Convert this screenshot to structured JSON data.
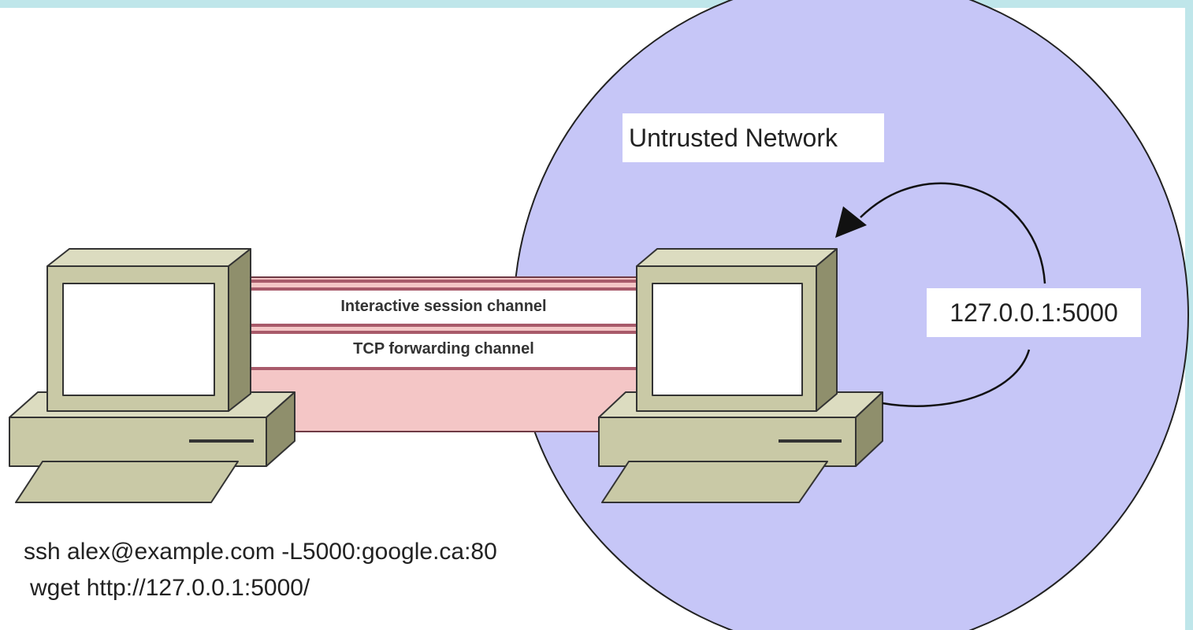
{
  "diagram": {
    "network_label": "Untrusted Network",
    "loopback_address": "127.0.0.1:5000",
    "channels": [
      {
        "label": "Interactive session channel"
      },
      {
        "label": "TCP forwarding channel"
      }
    ],
    "commands": [
      "ssh alex@example.com -L5000:google.ca:80",
      "wget http://127.0.0.1:5000/"
    ]
  },
  "icons": {
    "client": "desktop-computer-icon",
    "server": "desktop-computer-icon",
    "loop": "circular-arrow"
  },
  "colors": {
    "network_fill": "#c6c6f7",
    "tunnel_fill": "#f4c6c6",
    "tunnel_stripe": "#a85a6a",
    "computer_body": "#c9c9a6",
    "computer_shade": "#8f8f6c",
    "frame_band": "#bfe6ea"
  }
}
